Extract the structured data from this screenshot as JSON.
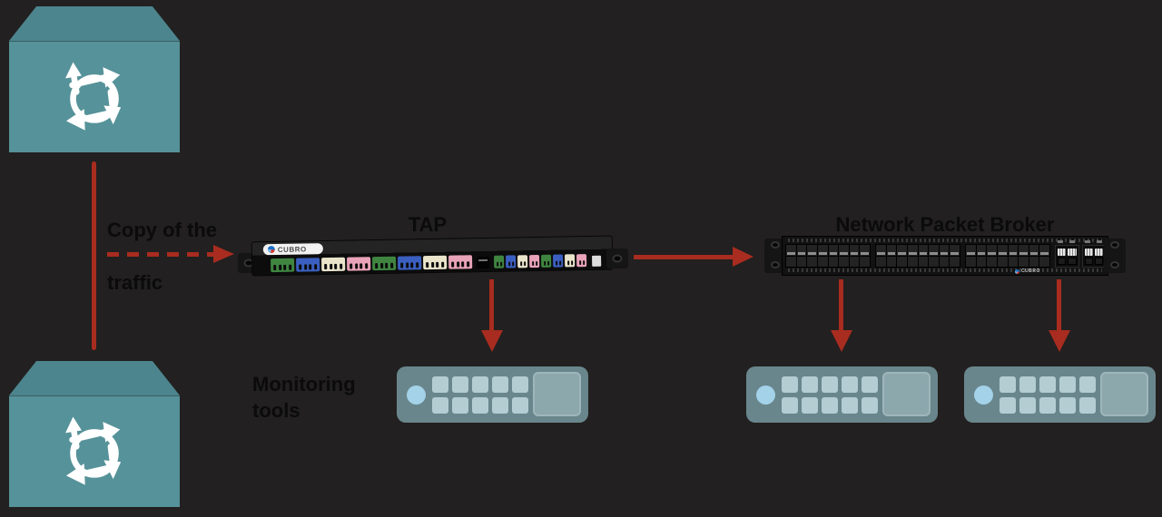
{
  "background": "#222020",
  "palette": {
    "arrow_red": "#a82c1f",
    "router_teal_front": "#569299",
    "router_teal_top": "#4d858e",
    "label_text": "#0b0b0b",
    "tool_body": "#69868c",
    "tool_led": "#a3d2e9",
    "tool_button": "#b4cdd2",
    "tool_screen": "#8ca8ad"
  },
  "annotations": {
    "copy_traffic": {
      "line1": "Copy of the",
      "line2": "traffic"
    }
  },
  "nodes": {
    "router_top": {
      "icon": "router-circular-arrows-icon"
    },
    "router_bottom": {
      "icon": "router-circular-arrows-icon"
    },
    "tap": {
      "label": "TAP",
      "brand": "CUBRO",
      "group_port_colors": [
        "#3f8540",
        "#3b5fc0",
        "#eae4cb",
        "#e8a3b8",
        "#3f8540",
        "#3b5fc0",
        "#eae4cb",
        "#e8a3b8"
      ],
      "single_port_colors": [
        "#3f8540",
        "#3b5fc0",
        "#eae4cb",
        "#e8a3b8",
        "#3f8540",
        "#3b5fc0",
        "#eae4cb",
        "#e8a3b8"
      ]
    },
    "npb": {
      "label": "Network Packet Broker",
      "brand": "CUBRO",
      "sfp_groups": 3,
      "sfp_ports_per_group": 16,
      "qsfp_groups": 2,
      "qsfp_ports_per_group": 4
    },
    "monitoring": {
      "label": "Monitoring tools",
      "count": 3,
      "button_rows": 2,
      "button_cols": 5
    }
  },
  "edges": [
    {
      "from": "router-top",
      "to": "router-bottom",
      "style": "solid-red-line"
    },
    {
      "from": "router-link",
      "to": "tap",
      "style": "dashed-red-arrow",
      "label": "Copy of the traffic"
    },
    {
      "from": "tap",
      "to": "npb",
      "style": "solid-red-arrow"
    },
    {
      "from": "tap",
      "to": "monitoring-tool-1",
      "style": "solid-red-arrow"
    },
    {
      "from": "npb",
      "to": "monitoring-tool-2",
      "style": "solid-red-arrow"
    },
    {
      "from": "npb",
      "to": "monitoring-tool-3",
      "style": "solid-red-arrow"
    }
  ]
}
